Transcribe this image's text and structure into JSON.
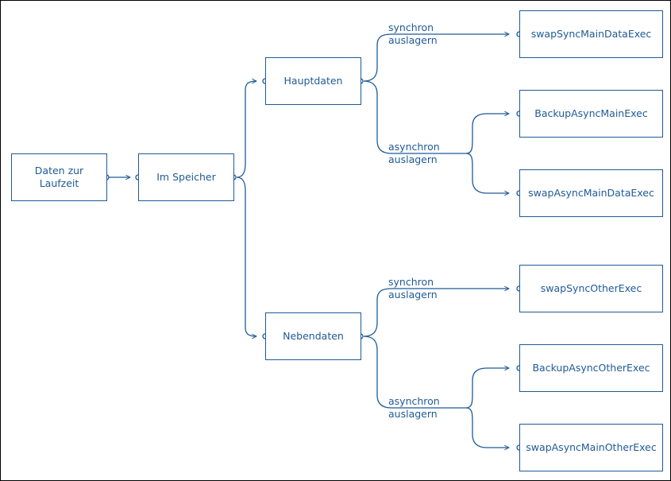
{
  "colors": {
    "line": "#1f5a96",
    "text": "#1f5a96",
    "frame": "#000000"
  },
  "nodes": {
    "runtime_data": "Daten zur Laufzeit",
    "in_memory": "Im Speicher",
    "main_data": "Hauptdaten",
    "other_data": "Nebendaten",
    "swap_sync_main": "swapSyncMainDataExec",
    "backup_async_main": "BackupAsyncMainExec",
    "swap_async_main": "swapAsyncMainDataExec",
    "swap_sync_other": "swapSyncOtherExec",
    "backup_async_other": "BackupAsyncOtherExec",
    "swap_async_main_other": "swapAsyncMainOtherExec"
  },
  "edge_labels": {
    "main_sync_1": "synchron",
    "main_sync_2": "auslagern",
    "main_async_1": "asynchron",
    "main_async_2": "auslagern",
    "other_sync_1": "synchron",
    "other_sync_2": "auslagern",
    "other_async_1": "asynchron",
    "other_async_2": "auslagern"
  }
}
